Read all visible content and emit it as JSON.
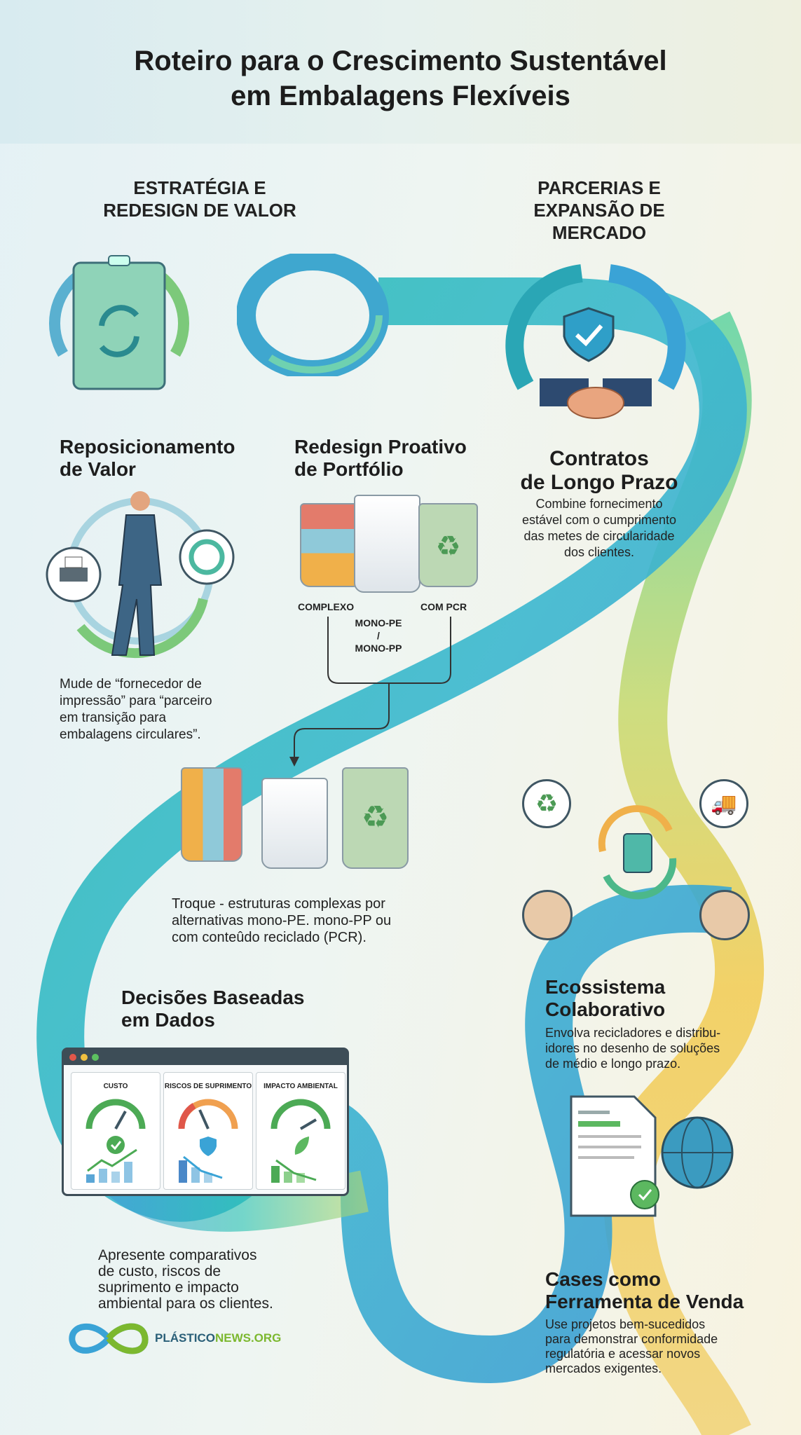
{
  "title": {
    "line1": "Roteiro para o Crescimento Sustentável",
    "line2": "em Embalagens Flexíveis"
  },
  "sections": {
    "strategy": {
      "line1": "ESTRATÉGIA E",
      "line2": "REDESIGN DE VALOR"
    },
    "partnerships": {
      "line1": "PARCERIAS E",
      "line2": "EXPANSÃO DE",
      "line3": "MERCADO"
    }
  },
  "blocks": {
    "repositioning": {
      "title1": "Reposicionamento",
      "title2": "de Valor",
      "text": [
        "Mude de “fornecedor de",
        "impressão” para “parceiro",
        "em transição para",
        "embalagens circulares”."
      ]
    },
    "portfolio": {
      "title1": "Redesign Proativo",
      "title2": "de Portfólio",
      "labels": {
        "complex": "COMPLEXO",
        "mono1": "MONO-PE /",
        "mono2": "MONO-PP",
        "pcr": "COM PCR"
      },
      "text": [
        "Troque - estruturas complexas por",
        "alternativas mono-PE. mono-PP ou",
        "com conteûdo reciclado (PCR)."
      ]
    },
    "contracts": {
      "title1": "Contratos",
      "title2": "de Longo Prazo",
      "text": [
        "Combine fornecimento",
        "estável com o cumprimento",
        "das metes de circularidade",
        "dos clientes."
      ]
    },
    "data": {
      "title1": "Decisões Baseadas",
      "title2": "em Dados",
      "panels": [
        "CUSTO",
        "RISCOS DE SUPRIMENTO",
        "IMPACTO AMBIENTAL"
      ],
      "text": [
        "Apresente comparativos",
        "de custo, riscos de",
        "suprimento e impacto",
        "ambiental para os clientes."
      ]
    },
    "ecosystem": {
      "title1": "Ecossistema",
      "title2": "Colaborativo",
      "text": [
        "Envolva recicladores e distribu-",
        "idores no desenho de soluções",
        "de médio e longo prazo."
      ]
    },
    "cases": {
      "title1": "Cases como",
      "title2": "Ferramenta de Venda",
      "text": [
        "Use projetos bem-sucedidos",
        "para demonstrar conformidade",
        "regulatória e acessar novos",
        "mercados exigentes."
      ]
    }
  },
  "logo": {
    "part1": "PLÁSTICO",
    "part2": "NEWS.ORG"
  },
  "colors": {
    "teal": "#1fbfb8",
    "blue": "#3aa3d6",
    "green": "#7cc97a",
    "yellow": "#f0c84a",
    "logo_green": "#7cb82f"
  }
}
